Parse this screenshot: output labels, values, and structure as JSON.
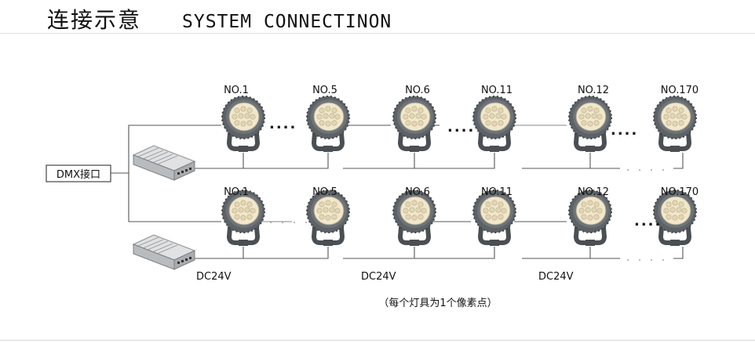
{
  "title": {
    "cn": "连接示意",
    "en": "SYSTEM CONNECTINON"
  },
  "controller": {
    "label": "DMX接口"
  },
  "rows": [
    {
      "labels": [
        "NO.1",
        "NO.5",
        "NO.6",
        "NO.11",
        "NO.12",
        "NO.170"
      ]
    },
    {
      "labels": [
        "NO.1",
        "NO.5",
        "NO.6",
        "NO.11",
        "NO.12",
        "NO.170"
      ]
    }
  ],
  "ellipsis_dark": "....",
  "ellipsis_light": ". . . .",
  "power_labels": [
    "DC24V",
    "DC24V",
    "DC24V"
  ],
  "footnote": "（每个灯具为1个像素点）",
  "colors": {
    "fixture_body": "#6d7377",
    "fixture_dark": "#4a4f53",
    "led": "#f3e7c9",
    "psu": "#c9ccce"
  }
}
